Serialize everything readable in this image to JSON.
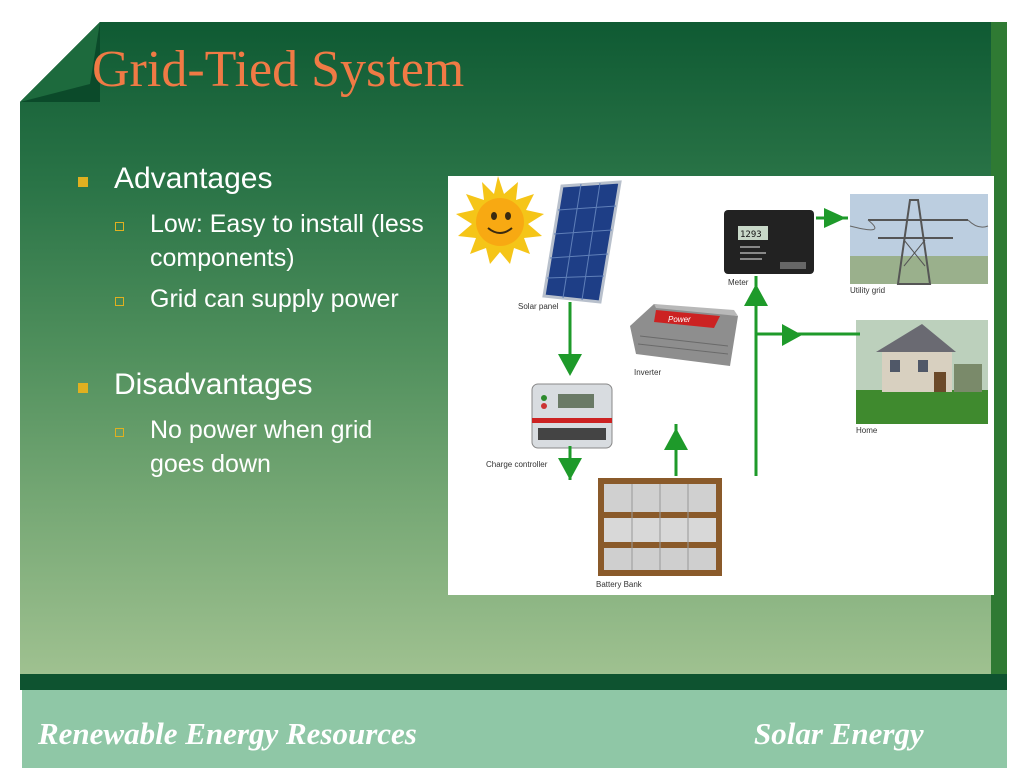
{
  "slide": {
    "title": "Grid-Tied System",
    "sections": [
      {
        "heading": "Advantages",
        "items": [
          "Low: Easy to install (less components)",
          "Grid can supply power"
        ]
      },
      {
        "heading": "Disadvantages",
        "items": [
          "No power when grid goes down"
        ]
      }
    ]
  },
  "diagram": {
    "captions": {
      "solar_panel": "Solar panel",
      "meter": "Meter",
      "utility_grid": "Utility grid",
      "inverter": "Inverter",
      "home": "Home",
      "charge_controller": "Charge controller",
      "battery_bank": "Battery Bank"
    },
    "meter_display": "1293",
    "inverter_label": "Power"
  },
  "footer": {
    "left": "Renewable Energy Resources",
    "right": "Solar Energy"
  },
  "colors": {
    "title": "#f07a45",
    "bullet": "#e0b020",
    "arrow": "#1e9a2a",
    "footer_bg": "#8fc7a6"
  }
}
